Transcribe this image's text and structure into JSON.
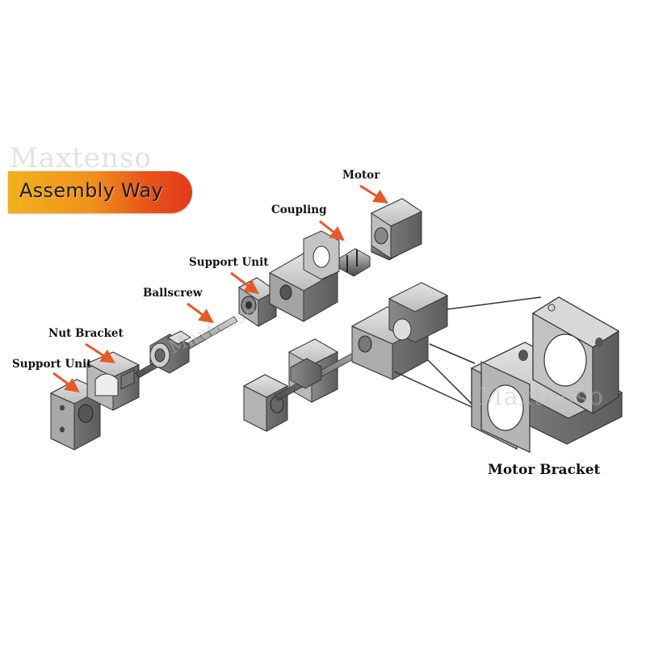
{
  "banner": {
    "text": "Assembly Way"
  },
  "watermark": {
    "text": "Maxtenso"
  },
  "labels": {
    "motor": "Motor",
    "coupling": "Coupling",
    "support_unit_top": "Support Unit",
    "ballscrew": "Ballscrew",
    "nut_bracket": "Nut Bracket",
    "support_unit_left": "Support Unit",
    "motor_bracket": "Motor Bracket"
  },
  "colors": {
    "arrow": "#e65a2a",
    "part_dark": "#6e6e6e",
    "part_mid": "#9a9a9a",
    "part_light": "#c9c9c9",
    "outline": "#333333"
  }
}
